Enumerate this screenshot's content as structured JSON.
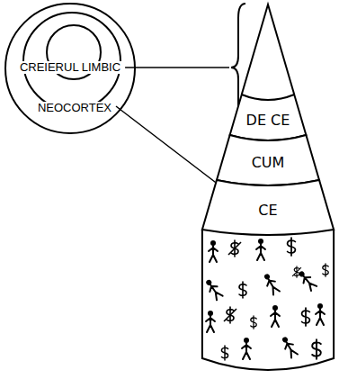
{
  "diagram": {
    "nodes": [
      {
        "text": [
          "DE CE"
        ]
      },
      {
        "text": [
          "CUM"
        ]
      },
      {
        "text": [
          "CE"
        ]
      }
    ],
    "labels": [
      "CREIERUL LIMBIC",
      "NEOCORTEX"
    ]
  }
}
